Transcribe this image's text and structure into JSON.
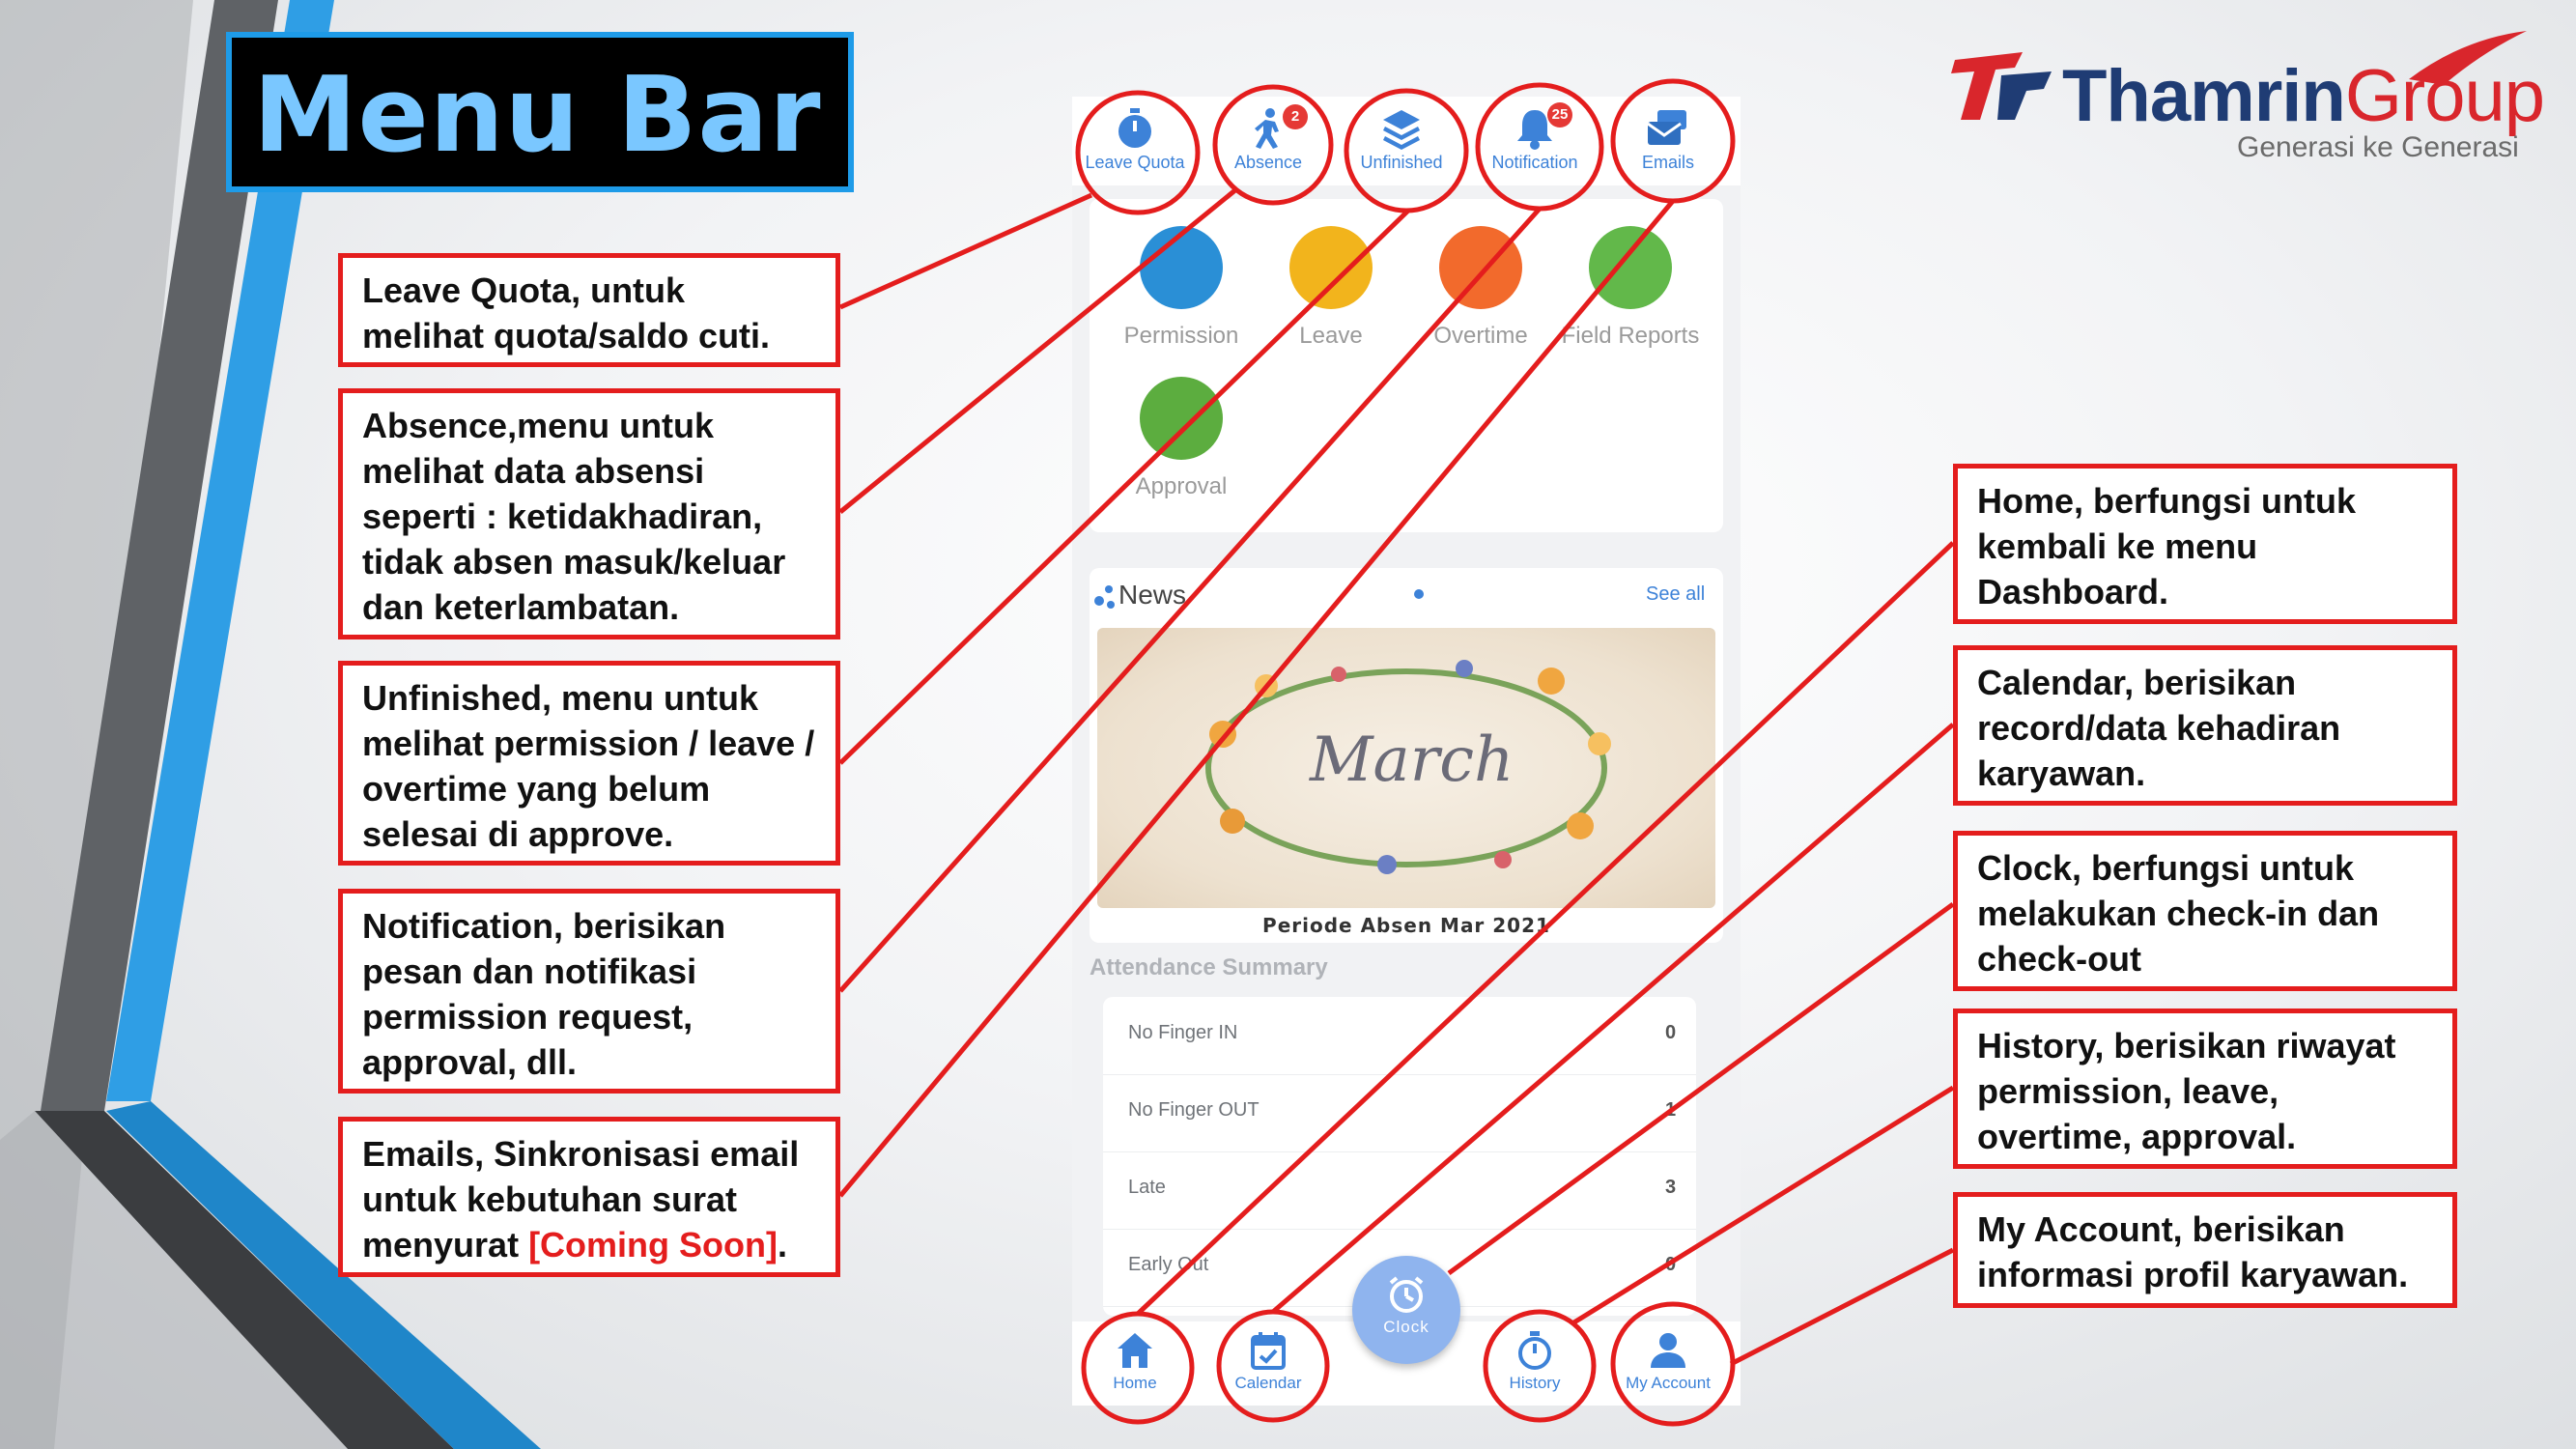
{
  "slide": {
    "title": "Menu Bar",
    "logo": {
      "brand": "Thamrin",
      "group": "Group",
      "tagline": "Generasi ke Generasi"
    }
  },
  "left_callouts": [
    {
      "text": "Leave Quota, untuk melihat quota/saldo cuti."
    },
    {
      "text": "Absence,menu untuk melihat data absensi seperti : ketidakhadiran, tidak absen masuk/keluar dan keterlambatan."
    },
    {
      "text": "Unfinished, menu untuk melihat permission / leave / overtime yang belum selesai di approve."
    },
    {
      "text": "Notification, berisikan pesan dan notifikasi permission request, approval, dll."
    },
    {
      "text": "Emails, Sinkronisasi email untuk kebutuhan surat menyurat ",
      "highlight": "[Coming Soon]",
      "suffix": "."
    }
  ],
  "right_callouts": [
    {
      "text": "Home, berfungsi untuk kembali ke menu Dashboard."
    },
    {
      "text": "Calendar, berisikan record/data kehadiran karyawan."
    },
    {
      "text": "Clock, berfungsi  untuk melakukan check-in dan check-out"
    },
    {
      "text": "History, berisikan riwayat permission, leave, overtime, approval."
    },
    {
      "text": "My Account, berisikan informasi profil karyawan."
    }
  ],
  "app": {
    "top_menu": [
      {
        "label": "Leave Quota",
        "icon": "stopwatch-icon"
      },
      {
        "label": "Absence",
        "icon": "walking-person-icon",
        "badge": "2"
      },
      {
        "label": "Unfinished",
        "icon": "layers-icon"
      },
      {
        "label": "Notification",
        "icon": "bell-icon",
        "badge": "25"
      },
      {
        "label": "Emails",
        "icon": "emails-icon"
      }
    ],
    "menu": [
      {
        "label": "Permission",
        "icon": "permission-icon",
        "color": "#2a8fd6"
      },
      {
        "label": "Leave",
        "icon": "leave-icon",
        "color": "#f2b41c"
      },
      {
        "label": "Overtime",
        "icon": "overtime-icon",
        "color": "#f26a2c"
      },
      {
        "label": "Field Reports",
        "icon": "map-icon",
        "color": "#62b84a"
      },
      {
        "label": "Approval",
        "icon": "thumbs-up-icon",
        "color": "#5cad3f"
      }
    ],
    "news": {
      "title": "News",
      "see_all": "See all",
      "banner_text": "March",
      "caption": "Periode Absen Mar 2021"
    },
    "attendance": {
      "title": "Attendance Summary",
      "rows": [
        {
          "label": "No Finger IN",
          "value": "0"
        },
        {
          "label": "No Finger OUT",
          "value": "1"
        },
        {
          "label": "Late",
          "value": "3"
        },
        {
          "label": "Early Out",
          "value": "0"
        }
      ]
    },
    "bottom_menu": [
      {
        "label": "Home",
        "icon": "home-icon"
      },
      {
        "label": "Calendar",
        "icon": "calendar-icon"
      },
      {
        "label": "Clock",
        "icon": "clock-icon"
      },
      {
        "label": "History",
        "icon": "history-icon"
      },
      {
        "label": "My Account",
        "icon": "account-icon"
      }
    ],
    "colors": {
      "accent": "#3d82d8",
      "callout_border": "#e41d1d",
      "title_text": "#7ac7ff"
    }
  }
}
